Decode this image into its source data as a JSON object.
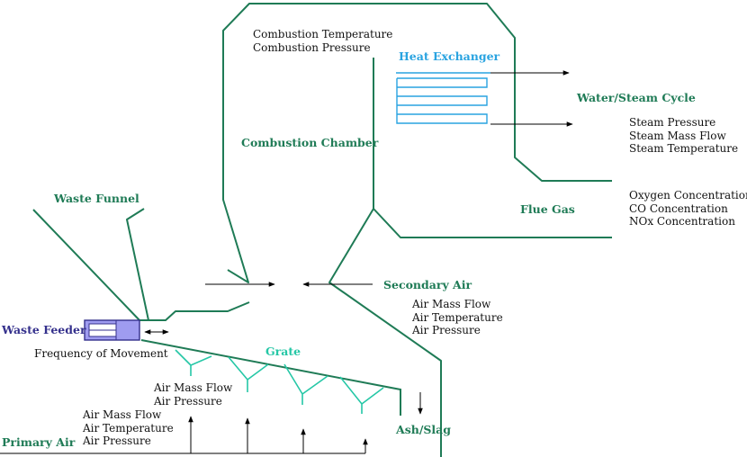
{
  "labels": {
    "combustion_chamber": "Combustion Chamber",
    "heat_exchanger": "Heat Exchanger",
    "water_steam_cycle": "Water/Steam Cycle",
    "flue_gas": "Flue Gas",
    "waste_funnel": "Waste Funnel",
    "secondary_air": "Secondary Air",
    "waste_feeder": "Waste Feeder",
    "grate": "Grate",
    "ash_slag": "Ash/Slag",
    "primary_air": "Primary Air"
  },
  "measurements": {
    "combustion": [
      "Combustion Temperature",
      "Combustion Pressure"
    ],
    "steam": [
      "Steam Pressure",
      "Steam Mass Flow",
      "Steam Temperature"
    ],
    "flue_gas": [
      "Oxygen Concentration",
      "CO Concentration",
      "NOx Concentration"
    ],
    "secondary_air": [
      "Air Mass Flow",
      "Air Temperature",
      "Air Pressure"
    ],
    "feeder": [
      "Frequency of Movement"
    ],
    "grate_air": [
      "Air Mass Flow",
      "Air Pressure"
    ],
    "primary_air": [
      "Air Mass Flow",
      "Air Temperature",
      "Air Pressure"
    ]
  },
  "colors": {
    "structure": "#1f7b56",
    "grate": "#25c7a6",
    "heat_exchanger": "#29a3e0",
    "feeder": "#34308c",
    "feeder_fill": "#9f9cf0"
  }
}
